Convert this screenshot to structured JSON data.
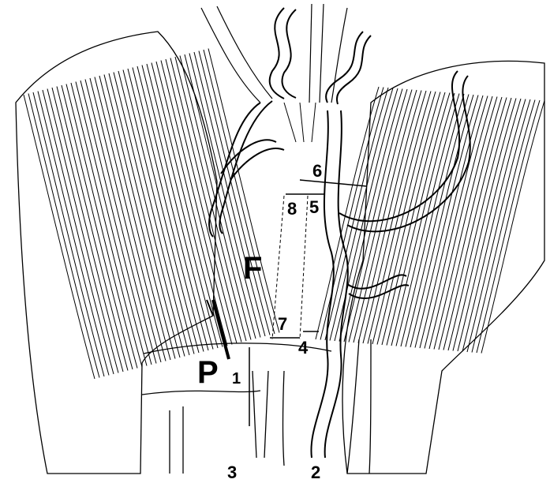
{
  "figure": {
    "labels": {
      "F": "F",
      "P": "P",
      "n1": "1",
      "n2": "2",
      "n3": "3",
      "n4": "4",
      "n5": "5",
      "n6": "6",
      "n7": "7",
      "n8": "8"
    },
    "colors": {
      "ink": "#000000",
      "paper": "#ffffff"
    }
  }
}
